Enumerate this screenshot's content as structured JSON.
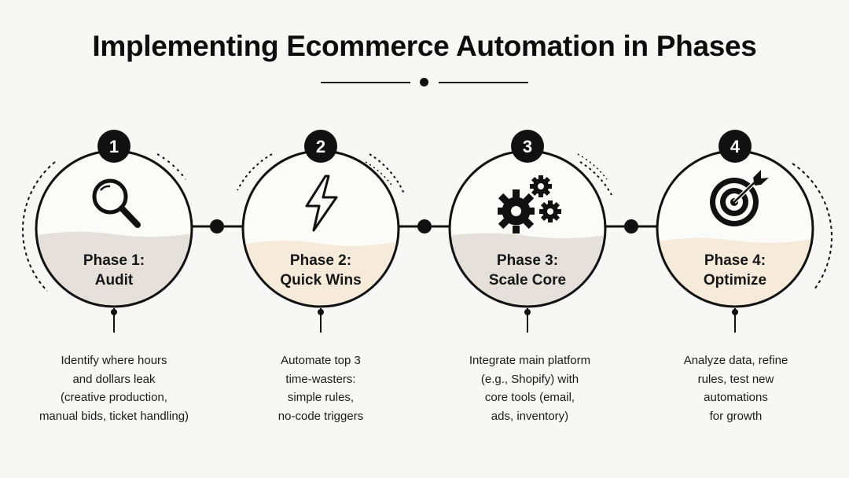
{
  "title": "Implementing Ecommerce Automation in Phases",
  "colors": {
    "ink": "#111111",
    "fill_neutral": "#e5e1da",
    "fill_warm": "#f6ebdb",
    "background": "#f7f7f6"
  },
  "phases": [
    {
      "number": "1",
      "icon": "magnifying-glass-icon",
      "title_line1": "Phase 1:",
      "title_line2": "Audit",
      "fill": "neutral",
      "description": [
        "Identify where hours",
        "and dollars leak",
        "(creative production,",
        "manual bids, ticket handling)"
      ]
    },
    {
      "number": "2",
      "icon": "lightning-bolt-icon",
      "title_line1": "Phase 2:",
      "title_line2": "Quick Wins",
      "fill": "warm",
      "description": [
        "Automate top 3",
        "time-wasters:",
        "simple rules,",
        "no-code triggers"
      ]
    },
    {
      "number": "3",
      "icon": "gears-icon",
      "title_line1": "Phase 3:",
      "title_line2": "Scale Core",
      "fill": "neutral",
      "description": [
        "Integrate main platform",
        "(e.g., Shopify) with",
        "core tools (email,",
        "ads, inventory)"
      ]
    },
    {
      "number": "4",
      "icon": "target-icon",
      "title_line1": "Phase 4:",
      "title_line2": "Optimize",
      "fill": "warm",
      "description": [
        "Analyze data, refine",
        "rules, test new",
        "automations",
        "for growth"
      ]
    }
  ]
}
